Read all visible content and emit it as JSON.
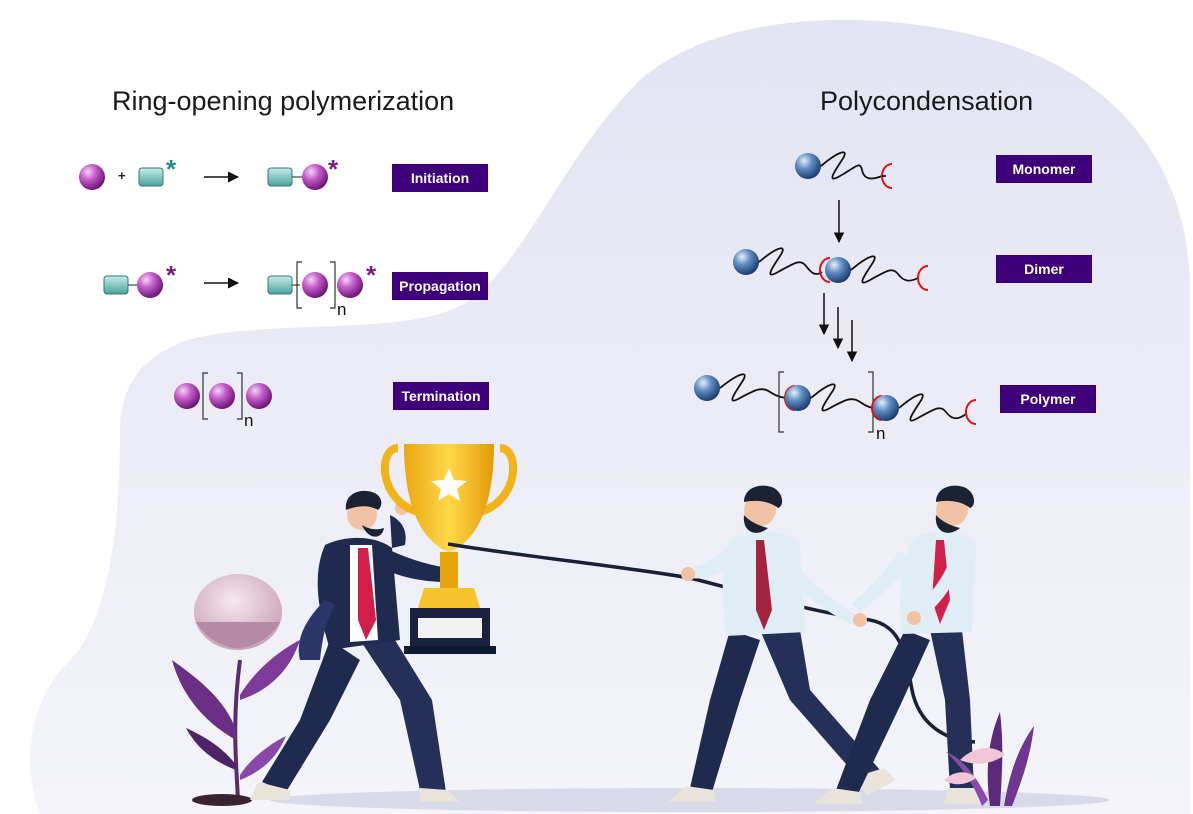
{
  "titles": {
    "left": "Ring-opening polymerization",
    "right": "Polycondensation"
  },
  "rop": {
    "steps": [
      {
        "label": "Initiation"
      },
      {
        "label": "Propagation"
      },
      {
        "label": "Termination"
      }
    ],
    "plus": "+",
    "asterisk": "*",
    "subscript": "n"
  },
  "polycondensation": {
    "steps": [
      {
        "label": "Monomer"
      },
      {
        "label": "Dimer"
      },
      {
        "label": "Polymer"
      }
    ],
    "subscript": "n"
  },
  "colors": {
    "tag_bg": "#3d007a",
    "sphere_purple": "#b23fb7",
    "sphere_blue": "#2f5f99",
    "initiator_teal": "#5fb3ad",
    "asterisk_teal": "#1f8f86",
    "asterisk_purple": "#7a1f7f",
    "chain_end_red": "#e01010",
    "background_blob": "#ecedf5"
  },
  "illustration": {
    "icons": [
      "trophy-icon",
      "star-icon",
      "rope-icon",
      "plant-icon",
      "businessman-icon"
    ]
  }
}
